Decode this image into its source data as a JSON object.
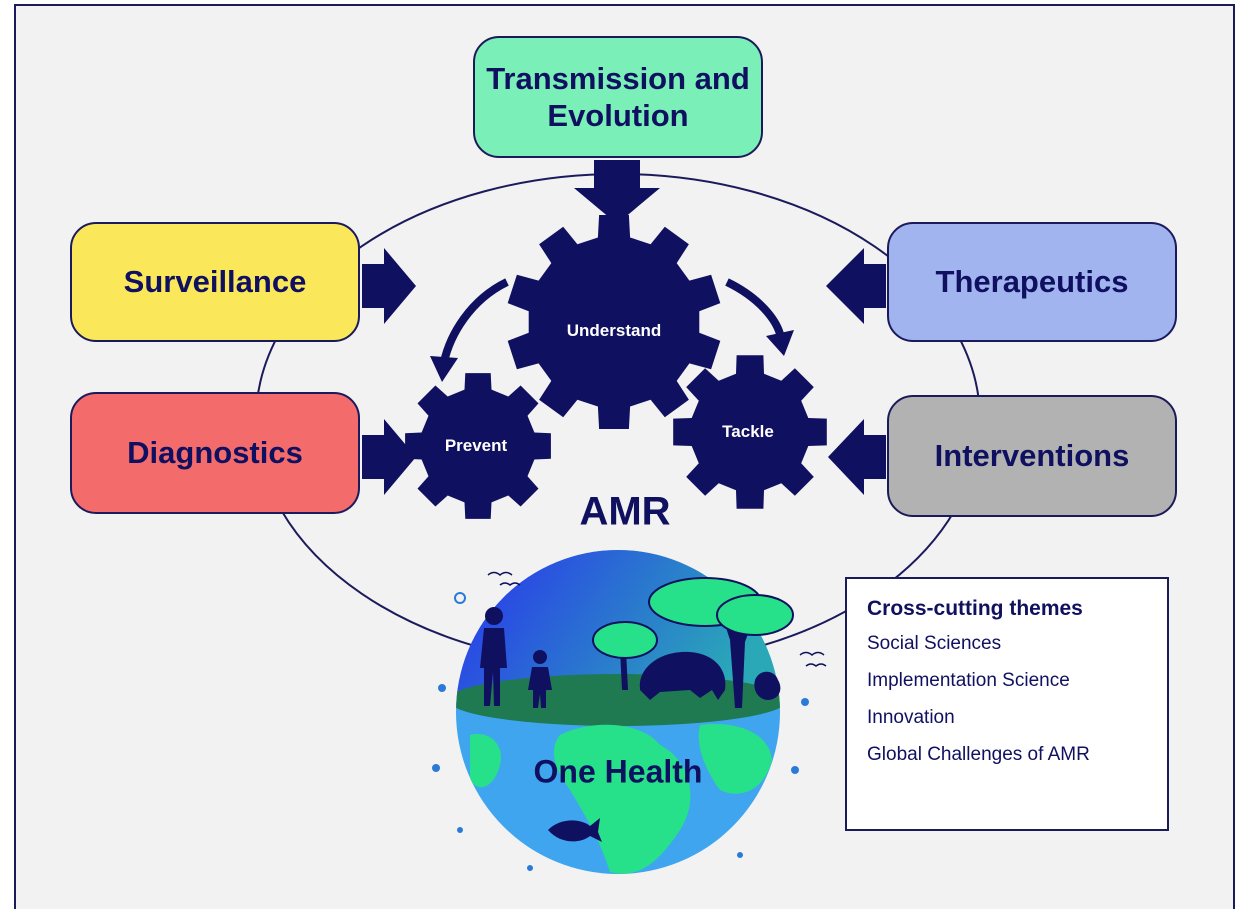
{
  "colors": {
    "navy": "#101060",
    "transmission": "#7aefb7",
    "surveillance": "#fae85a",
    "diagnostics": "#f46b6b",
    "therapeutics": "#a2b4ef",
    "interventions": "#b2b2b2"
  },
  "boxes": {
    "transmission": "Transmission and Evolution",
    "surveillance": "Surveillance",
    "diagnostics": "Diagnostics",
    "therapeutics": "Therapeutics",
    "interventions": "Interventions"
  },
  "gears": {
    "understand": "Understand",
    "prevent": "Prevent",
    "tackle": "Tackle"
  },
  "center_label": "AMR",
  "globe_label": "One Health",
  "themes": {
    "title": "Cross-cutting themes",
    "items": [
      "Social Sciences",
      "Implementation Science",
      "Innovation",
      "Global Challenges of AMR"
    ]
  }
}
